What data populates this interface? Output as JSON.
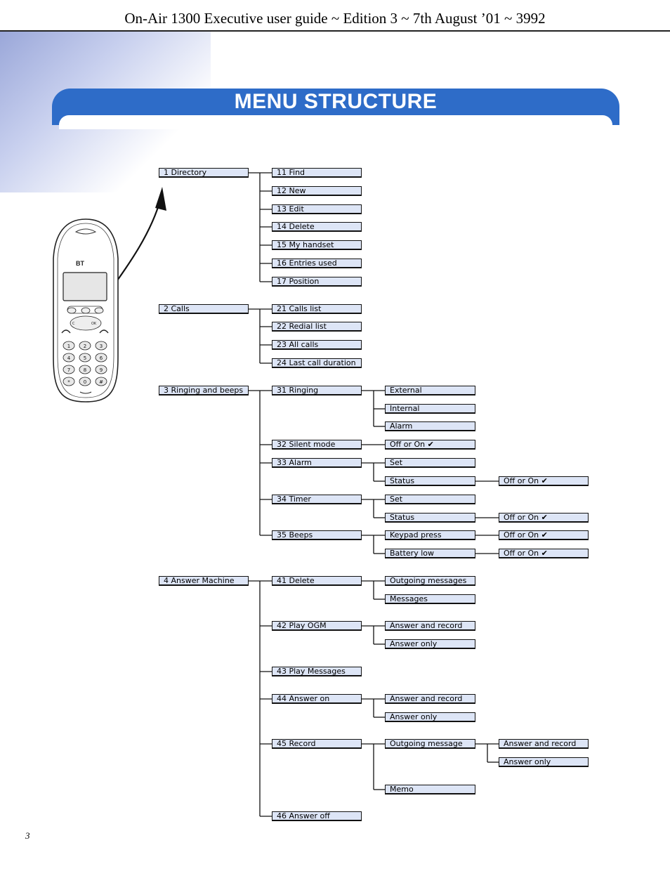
{
  "header": {
    "guide_title": "On-Air 1300 Executive user guide ~ Edition 3 ~ 7th August ’01 ~ 3992"
  },
  "banner": {
    "title": "MENU STRUCTURE"
  },
  "phone": {
    "brand": "BT",
    "keys": [
      "1",
      "2",
      "3",
      "4",
      "5",
      "6",
      "7",
      "8",
      "9",
      "*",
      "0",
      "#"
    ],
    "ok_label": "OK",
    "c_label": "C"
  },
  "menu": {
    "directory": {
      "label": "1 Directory",
      "items": [
        "11 Find",
        "12 New",
        "13 Edit",
        "14 Delete",
        "15 My handset",
        "16 Entries used",
        "17 Position"
      ]
    },
    "calls": {
      "label": "2 Calls",
      "items": [
        "21 Calls list",
        "22 Redial list",
        "23 All calls",
        "24 Last call duration"
      ]
    },
    "ringing": {
      "label": "3 Ringing and beeps",
      "r31": {
        "label": "31 Ringing",
        "subs": [
          "External",
          "Internal",
          "Alarm"
        ]
      },
      "r32": {
        "label": "32 Silent mode",
        "sub": "Off or On ✔"
      },
      "r33": {
        "label": "33 Alarm",
        "set": "Set",
        "status": "Status",
        "status_val": "Off or On ✔"
      },
      "r34": {
        "label": "34 Timer",
        "set": "Set",
        "status": "Status",
        "status_val": "Off or On ✔"
      },
      "r35": {
        "label": "35 Beeps",
        "keypad": "Keypad press",
        "keypad_val": "Off or On ✔",
        "battery": "Battery low",
        "battery_val": "Off or On ✔"
      }
    },
    "answer": {
      "label": "4 Answer Machine",
      "a41": {
        "label": "41 Delete",
        "subs": [
          "Outgoing messages",
          "Messages"
        ]
      },
      "a42": {
        "label": "42 Play OGM",
        "subs": [
          "Answer and record",
          "Answer only"
        ]
      },
      "a43": {
        "label": "43 Play Messages"
      },
      "a44": {
        "label": "44 Answer on",
        "subs": [
          "Answer and record",
          "Answer only"
        ]
      },
      "a45": {
        "label": "45 Record",
        "outgoing": "Outgoing message",
        "outgoing_subs": [
          "Answer and record",
          "Answer only"
        ],
        "memo": "Memo"
      },
      "a46": {
        "label": "46 Answer off"
      }
    }
  },
  "footer": {
    "page_number": "3"
  }
}
